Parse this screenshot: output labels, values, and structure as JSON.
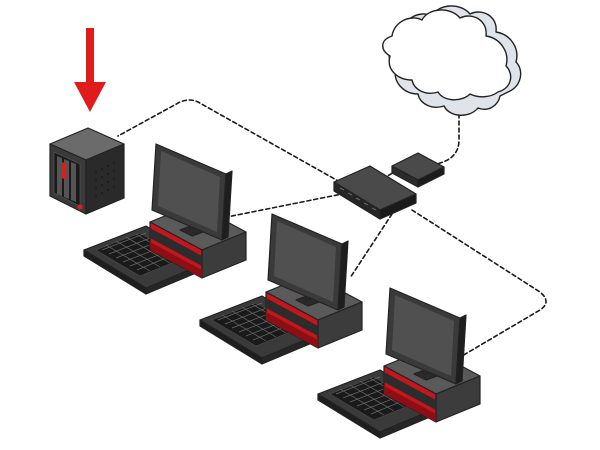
{
  "diagram": {
    "type": "network-topology",
    "colors": {
      "accent": "#e01b1b",
      "device_dark": "#2f2f2f",
      "device_mid": "#4a4a4a",
      "device_light": "#6b6b6b",
      "screen": "#3a3a3a",
      "cloud_fill": "#ffffff",
      "cloud_shade": "#dfe3ea",
      "link": "#1a1a1a",
      "tower_red": "#c4161c"
    },
    "nodes": [
      {
        "id": "internet",
        "icon": "cloud-icon"
      },
      {
        "id": "router",
        "icon": "router-icon"
      },
      {
        "id": "switch",
        "icon": "network-switch-icon"
      },
      {
        "id": "nas",
        "icon": "nas-server-icon",
        "highlighted": true
      },
      {
        "id": "workstation-1",
        "icon": "desktop-computer-icon"
      },
      {
        "id": "workstation-2",
        "icon": "desktop-computer-icon"
      },
      {
        "id": "workstation-3",
        "icon": "desktop-computer-icon"
      }
    ],
    "links": [
      {
        "from": "internet",
        "to": "router",
        "style": "dashed"
      },
      {
        "from": "router",
        "to": "switch",
        "style": "dashed"
      },
      {
        "from": "switch",
        "to": "nas",
        "style": "dashed"
      },
      {
        "from": "switch",
        "to": "workstation-1",
        "style": "dashed"
      },
      {
        "from": "switch",
        "to": "workstation-2",
        "style": "dashed"
      },
      {
        "from": "switch",
        "to": "workstation-3",
        "style": "dashed"
      }
    ],
    "indicator": {
      "icon": "arrow-down-icon",
      "points_to": "nas"
    }
  }
}
